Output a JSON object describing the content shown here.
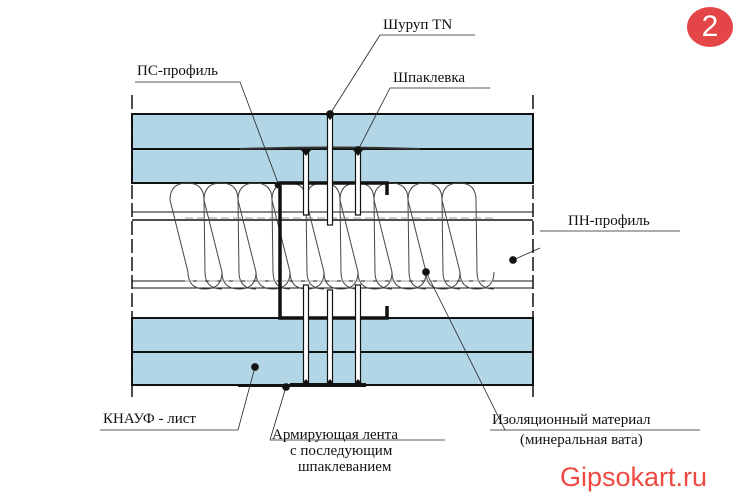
{
  "badge": "2",
  "labels": {
    "screw": "Шуруп TN",
    "ps_profile": "ПС-профиль",
    "putty": "Шпаклевка",
    "pn_profile": "ПН-профиль",
    "knauf_sheet": "КНАУФ - лист",
    "tape_line1": "Армирующая лента",
    "tape_line2": "с последующим",
    "tape_line3": "шпаклеванием",
    "insulation_line1": "Изоляционный материал",
    "insulation_line2": "(минеральная вата)"
  },
  "watermark": "Gipsokart.ru",
  "colors": {
    "board": "#b3d6e6",
    "badge": "#e44647",
    "brand": "#ee4a42"
  }
}
